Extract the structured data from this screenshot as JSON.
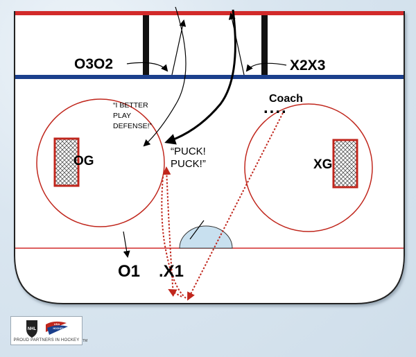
{
  "labels": {
    "o3o2": "O3O2",
    "x2x3": "X2X3",
    "coach": "Coach",
    "coach_dots": "....",
    "quote_line1": "“I BETTER",
    "quote_line2": "PLAY",
    "quote_line3": "DEFENSE!”",
    "puck_line1": "“PUCK!",
    "puck_line2": "PUCK!”",
    "og": "OG",
    "xg": "XG",
    "o1": "O1",
    "x1": ".X1"
  },
  "partner": {
    "tagline": "PROUD PARTNERS IN HOCKEY",
    "trademark": "TM",
    "nhl_text": "NHL",
    "usa_text": "USA",
    "hockey_text": "HOCKEY"
  },
  "colors": {
    "red_line": "#d22a2a",
    "blue_line": "#1b3f8c",
    "path_red": "#c0261c",
    "ice": "#ffffff",
    "crease": "#c8e0ef"
  }
}
